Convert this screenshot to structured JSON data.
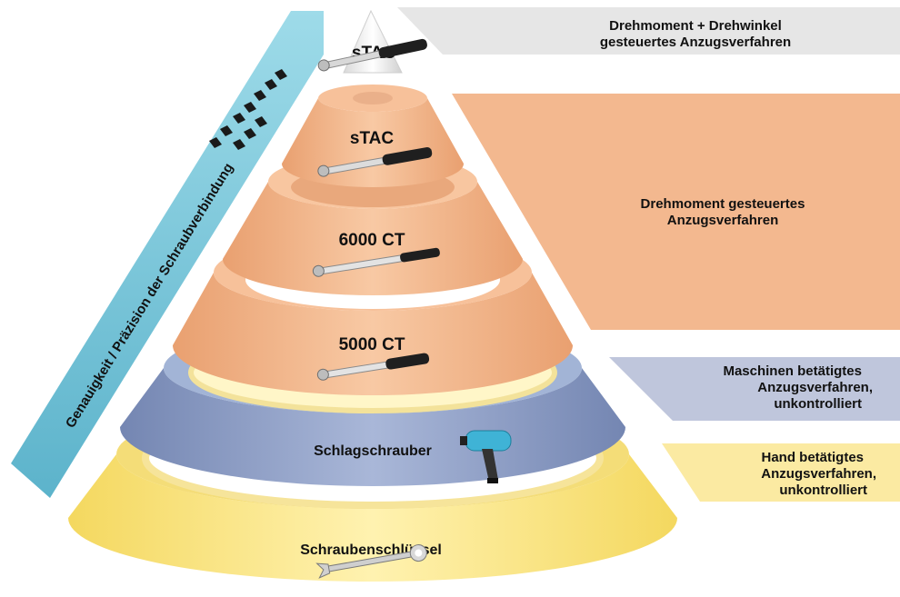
{
  "arrow": {
    "label": "Genauigkeit / Präzision der Schraubverbindung",
    "color": "#8ecfdf"
  },
  "tiers": [
    {
      "id": "stac-top",
      "label": "sTAC",
      "tool_icon": "torque-wrench-icon",
      "color": "#ffffff"
    },
    {
      "id": "stac",
      "label": "sTAC",
      "tool_icon": "torque-wrench-icon",
      "color": "#f1b68b"
    },
    {
      "id": "ct6000",
      "label": "6000 CT",
      "tool_icon": "torque-wrench-icon",
      "color": "#f1b68b"
    },
    {
      "id": "ct5000",
      "label": "5000 CT",
      "tool_icon": "torque-wrench-icon",
      "color": "#f1b68b"
    },
    {
      "id": "schlag",
      "label": "Schlagschrauber",
      "tool_icon": "impact-wrench-icon",
      "color": "#8f9fc4"
    },
    {
      "id": "schluessel",
      "label": "Schraubenschlüssel",
      "tool_icon": "combination-wrench-icon",
      "color": "#f8e27a"
    }
  ],
  "panels": [
    {
      "id": "angle",
      "lines": [
        "Drehmoment + Drehwinkel",
        "gesteuertes Anzugsverfahren"
      ],
      "color": "#e6e6e6"
    },
    {
      "id": "torque",
      "lines": [
        "Drehmoment gesteuertes",
        "Anzugsverfahren"
      ],
      "color": "#f3b88f"
    },
    {
      "id": "machine",
      "lines": [
        "Maschinen betätigtes",
        "Anzugsverfahren,",
        "unkontrolliert"
      ],
      "color": "#bfc6dc"
    },
    {
      "id": "hand",
      "lines": [
        "Hand betätigtes",
        "Anzugsverfahren,",
        "unkontrolliert"
      ],
      "color": "#fbeaa2"
    }
  ]
}
